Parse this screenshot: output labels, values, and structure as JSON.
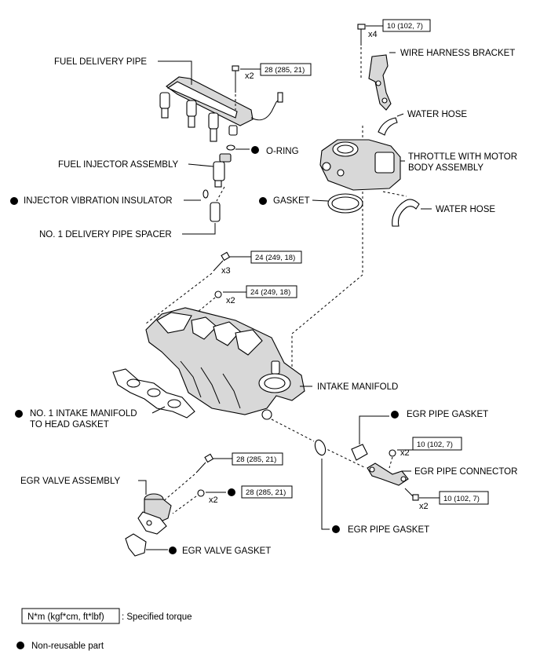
{
  "labels": {
    "fuel_delivery_pipe": "FUEL DELIVERY PIPE",
    "fuel_injector_assembly": "FUEL INJECTOR ASSEMBLY",
    "injector_vibration_insulator": "INJECTOR VIBRATION INSULATOR",
    "no1_delivery_pipe_spacer": "NO. 1 DELIVERY PIPE SPACER",
    "o_ring": "O-RING",
    "gasket": "GASKET",
    "wire_harness_bracket": "WIRE HARNESS BRACKET",
    "water_hose_upper": "WATER HOSE",
    "throttle_line1": "THROTTLE WITH MOTOR",
    "throttle_line2": "BODY ASSEMBLY",
    "water_hose_lower": "WATER HOSE",
    "intake_manifold": "INTAKE MANIFOLD",
    "manifold_gasket_line1": "NO. 1 INTAKE MANIFOLD",
    "manifold_gasket_line2": "TO HEAD GASKET",
    "egr_pipe_gasket_upper": "EGR PIPE GASKET",
    "egr_pipe_connector": "EGR PIPE CONNECTOR",
    "egr_pipe_gasket_lower": "EGR PIPE GASKET",
    "egr_valve_assembly": "EGR VALVE ASSEMBLY",
    "egr_valve_gasket": "EGR VALVE GASKET"
  },
  "torque": {
    "top_bolts": "10 (102, 7)",
    "delivery_pipe_bolts": "28 (285, 21)",
    "manifold_bolts": "24 (249, 18)",
    "manifold_nuts": "24 (249, 18)",
    "connector_nuts": "10 (102, 7)",
    "connector_bolts": "10 (102, 7)",
    "egr_bolt": "28 (285, 21)",
    "egr_nuts": "28 (285, 21)"
  },
  "quantities": {
    "top_bolts": "x4",
    "delivery_pipe_bolts": "x2",
    "manifold_bolts": "x3",
    "manifold_nuts": "x2",
    "connector_nuts": "x2",
    "connector_bolts": "x2",
    "egr_nuts": "x2"
  },
  "legend": {
    "unit": "N*m (kgf*cm, ft*lbf)",
    "unit_desc": ": Specified torque",
    "nonreusable": "Non-reusable part"
  }
}
